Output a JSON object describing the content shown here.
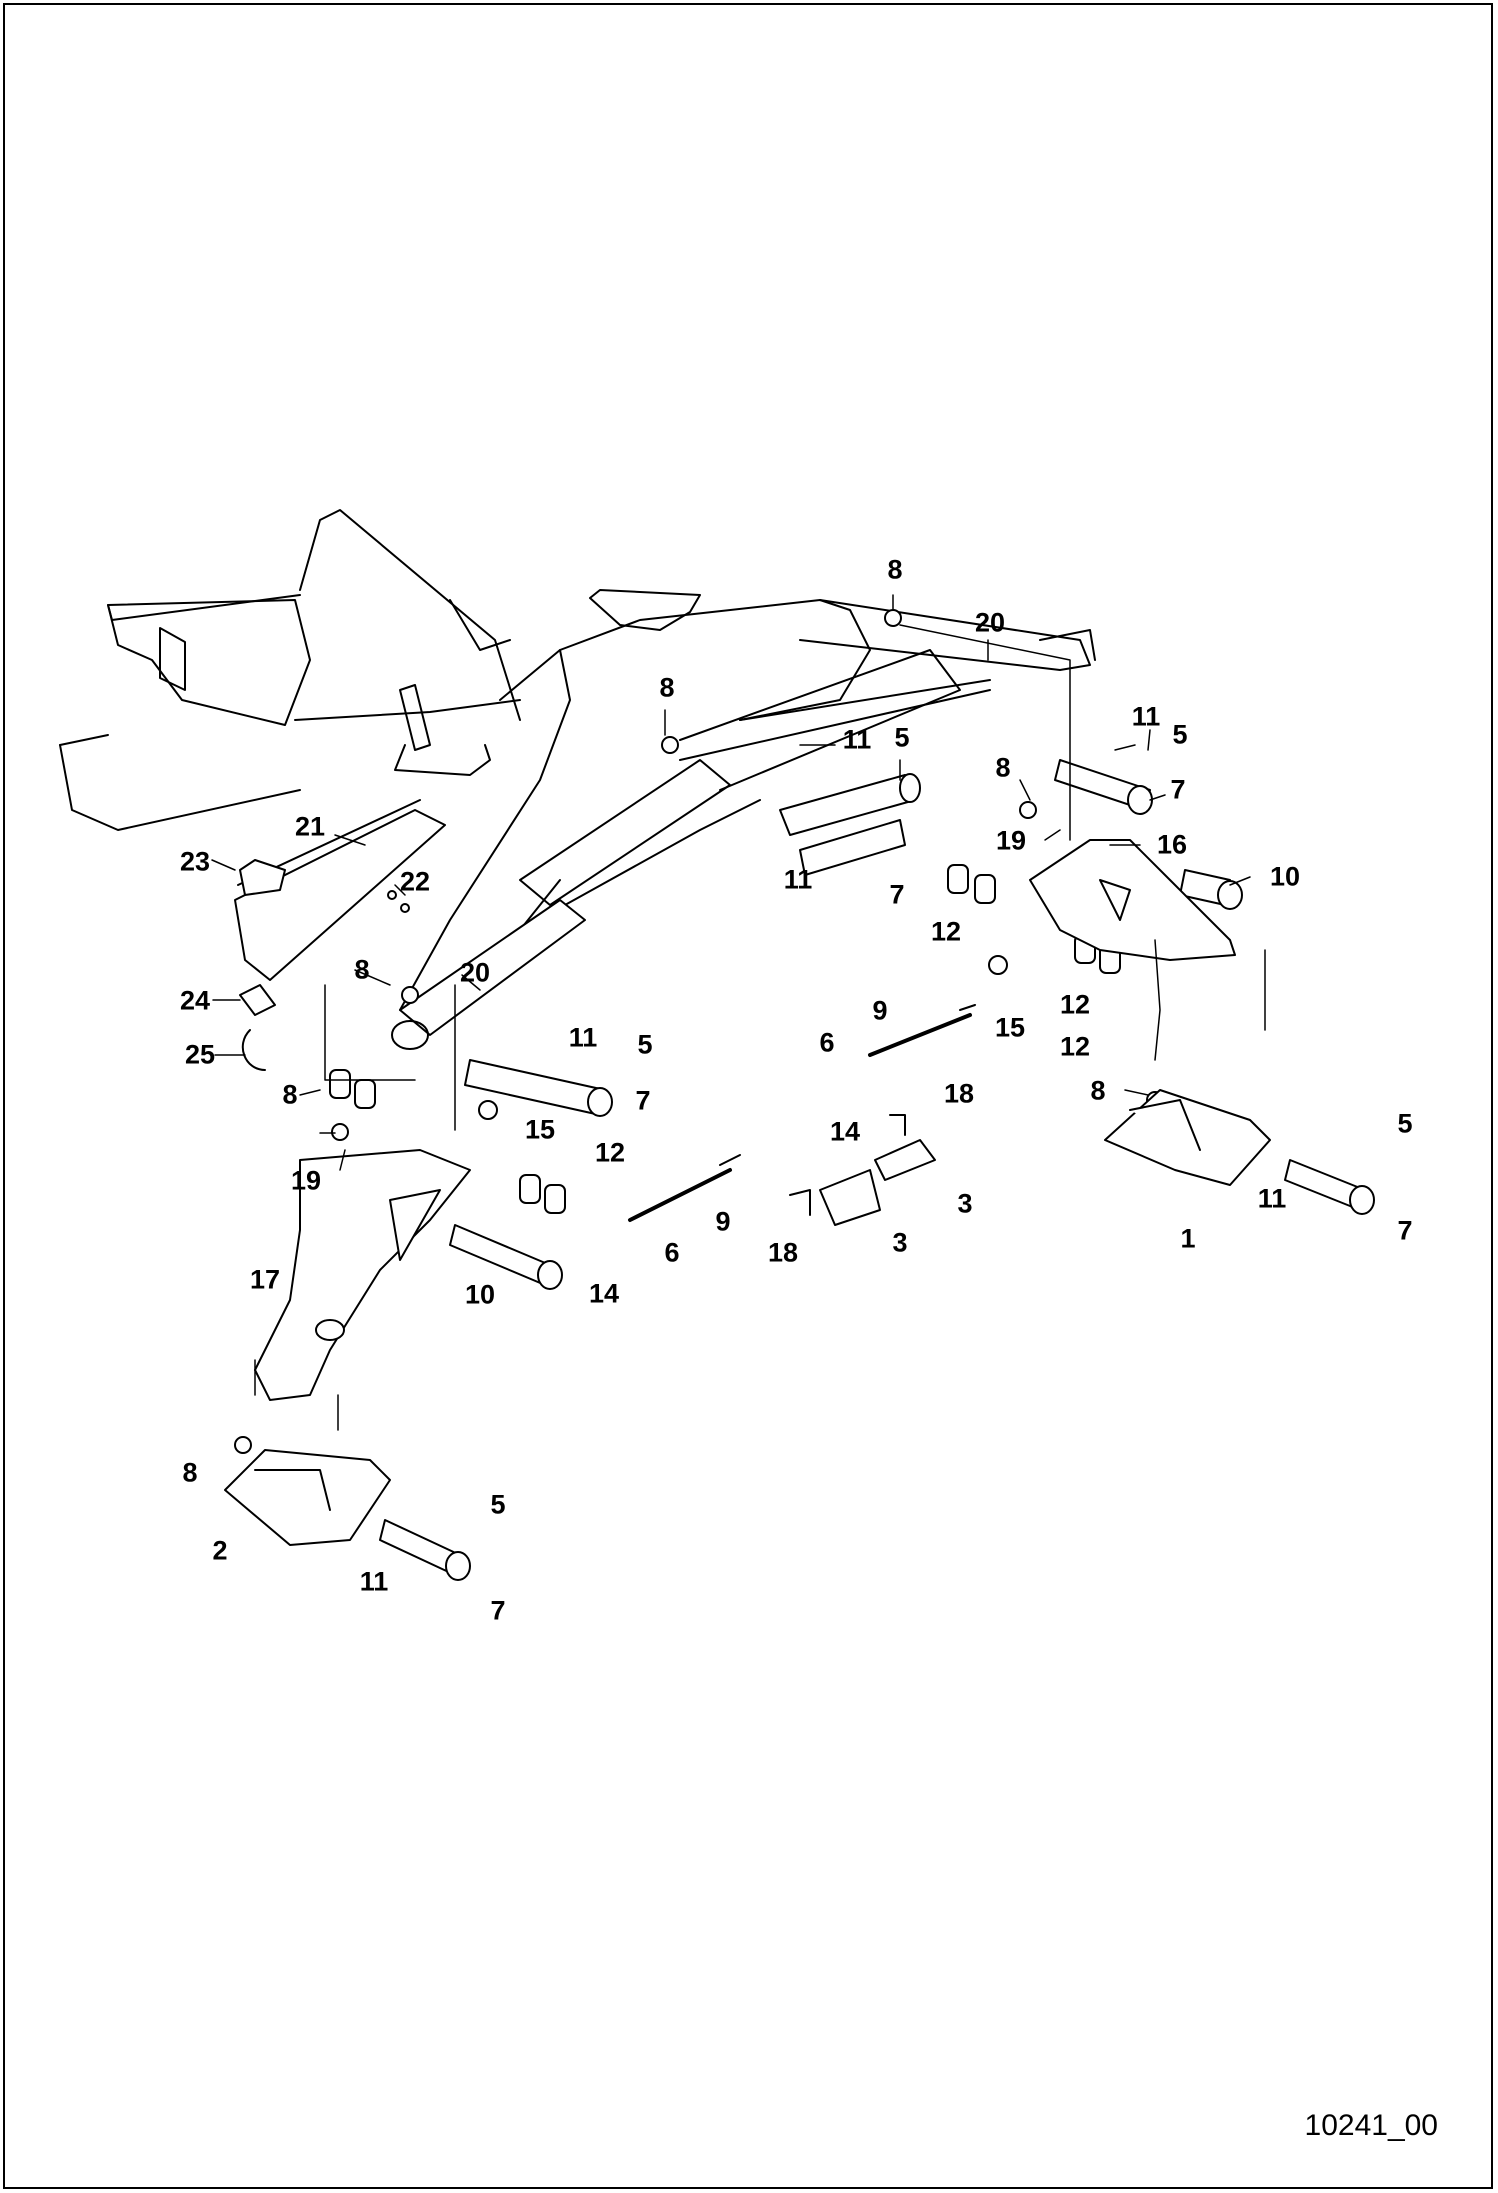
{
  "figure_id": "10241_00",
  "callouts": [
    "8",
    "20",
    "11",
    "5",
    "8",
    "11",
    "5",
    "7",
    "8",
    "19",
    "16",
    "21",
    "23",
    "22",
    "11",
    "7",
    "10",
    "12",
    "12",
    "15",
    "8",
    "20",
    "24",
    "25",
    "9",
    "11",
    "5",
    "6",
    "15",
    "7",
    "12",
    "18",
    "14",
    "8",
    "5",
    "8",
    "12",
    "3",
    "19",
    "11",
    "7",
    "9",
    "6",
    "3",
    "18",
    "1",
    "17",
    "14",
    "10",
    "8",
    "5",
    "2",
    "11",
    "7"
  ]
}
